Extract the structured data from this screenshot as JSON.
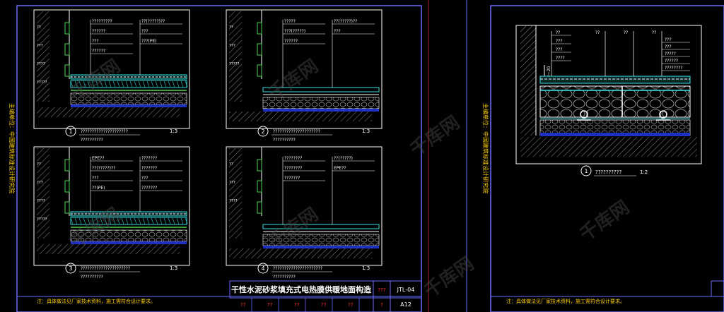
{
  "sheet_left": {
    "side_note": "主编单位：中国建筑标准设计研究院",
    "title": "干性水泥砂浆填充式电热膜供暖地面构造",
    "title_marks": "???",
    "drawing_no": "JTL-04",
    "page_no": "A12",
    "footer_note": "注：具体做法见厂家技术资料，施工需符合设计要求。",
    "footer_marks": [
      "??",
      "??",
      "??",
      "??",
      "??"
    ],
    "footer_mark_p": "?"
  },
  "details": [
    {
      "num": "1",
      "caption_l1": "?????????????????????",
      "caption_l2": "??????????",
      "scale": "1:3",
      "left_marks": [
        "??",
        "???",
        "????",
        "?????"
      ],
      "annotations": [
        "?????????",
        "??(?????)??",
        "??????",
        "???",
        "???",
        "???(PE)",
        "??????"
      ]
    },
    {
      "num": "2",
      "caption_l1": "?????????????????????",
      "caption_l2": "??????????",
      "scale": "1:3",
      "left_marks": [
        "??",
        "???",
        "?????"
      ],
      "annotations": [
        "?????",
        "??(?????)??",
        "???(?????)",
        "???",
        "??????"
      ]
    },
    {
      "num": "3",
      "caption_l1": "??????????????????????",
      "caption_l2": "??????????",
      "scale": "1:3",
      "left_marks": [
        "??",
        "???",
        "????",
        "?????"
      ],
      "annotations": [
        "EPE??",
        "???????",
        "??(?????)??",
        "???????",
        "???",
        "???",
        "??(PE)",
        "???????"
      ]
    },
    {
      "num": "4",
      "caption_l1": "??????????????????????",
      "caption_l2": "??????????",
      "scale": "1:3",
      "left_marks": [
        "??",
        "???",
        "????"
      ],
      "annotations": [
        "????????",
        "??(?????)",
        "????????",
        "EPE??",
        "???????"
      ]
    }
  ],
  "sheet_right": {
    "side_note": "主编单位：中国建筑标准设计研究院",
    "detail": {
      "num": "1",
      "caption": "??????????",
      "scale": "1:2",
      "dimension": "10~20",
      "top_marks": [
        "??",
        "??",
        "??"
      ],
      "left_marks": [
        "??",
        "???",
        "???",
        "????"
      ],
      "annotations": [
        "???",
        "???",
        "?????",
        "??????",
        "????????"
      ]
    },
    "footer_note": "注：具体做法见厂家技术资料，施工需符合设计要求。"
  },
  "colors": {
    "background": "#000000",
    "frame": "#6b6bff",
    "white": "#ffffff",
    "cyan": "#38e0e0",
    "green": "#4fd44f",
    "red": "#ff3030",
    "blue_fill": "#2030c0",
    "watermark": "#4a4a4a"
  },
  "watermark_text": "千库网"
}
